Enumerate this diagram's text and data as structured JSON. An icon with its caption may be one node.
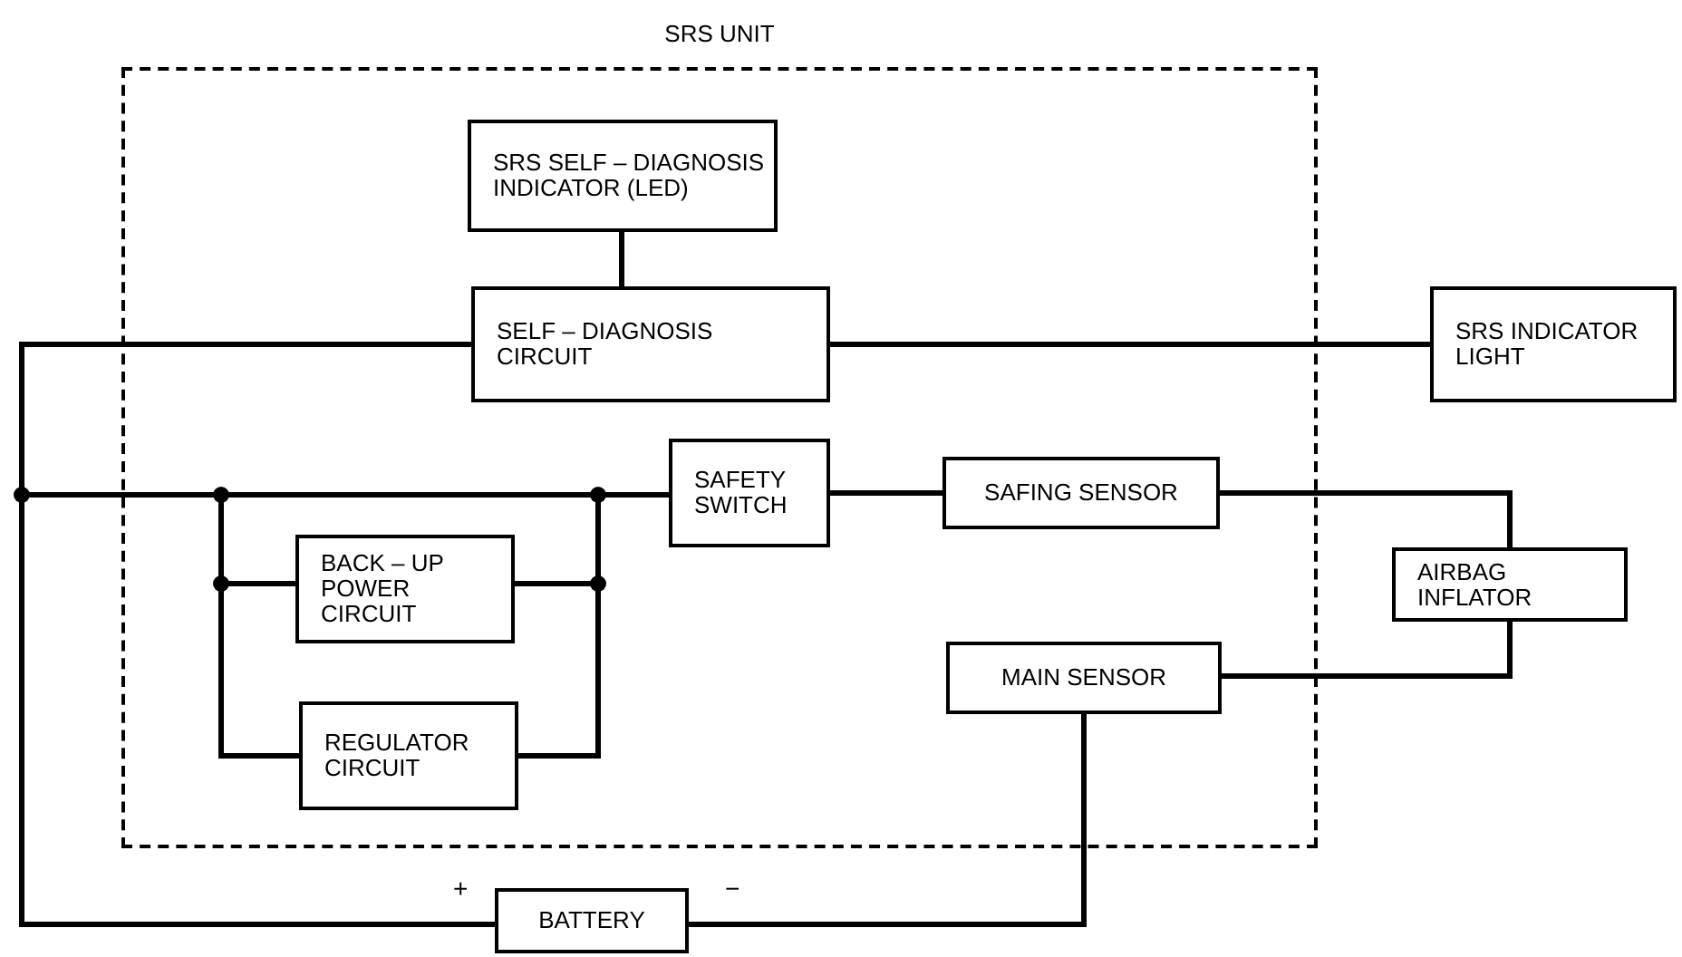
{
  "diagram": {
    "nodes": [
      {
        "text": [
          "SRS UNIT"
        ]
      },
      {
        "text": [
          "SRS SELF – DIAGNOSIS INDICATOR (LED)"
        ],
        "in": 0
      },
      {
        "text": [
          "SELF – DIAGNOSIS CIRCUIT"
        ],
        "in": 0
      },
      {
        "text": [
          "SRS INDICATOR LIGHT"
        ]
      },
      {
        "text": [
          "SAFETY SWITCH"
        ],
        "in": 0
      },
      {
        "text": [
          "SAFING SENSOR"
        ],
        "in": 0
      },
      {
        "text": [
          "BACK – UP POWER CIRCUIT"
        ],
        "in": 0
      },
      {
        "text": [
          "AIRBAG INFLATOR"
        ]
      },
      {
        "text": [
          "MAIN SENSOR"
        ],
        "in": 0
      },
      {
        "text": [
          "REGULATOR CIRCUIT"
        ],
        "in": 0
      },
      {
        "text": [
          "BATTERY"
        ]
      }
    ],
    "edges": [
      {
        "from": 1,
        "to": 2,
        "arrow": "none"
      },
      {
        "from": 2,
        "to": 3,
        "arrow": "none"
      },
      {
        "from": 10,
        "to": 2,
        "arrow": "none"
      },
      {
        "from": 10,
        "to": 4,
        "arrow": "none"
      },
      {
        "from": 10,
        "to": 6,
        "arrow": "none"
      },
      {
        "from": 10,
        "to": 9,
        "arrow": "none"
      },
      {
        "from": 6,
        "to": 4,
        "arrow": "none"
      },
      {
        "from": 9,
        "to": 4,
        "arrow": "none"
      },
      {
        "from": 4,
        "to": 5,
        "arrow": "none"
      },
      {
        "from": 5,
        "to": 7,
        "arrow": "none"
      },
      {
        "from": 8,
        "to": 7,
        "arrow": "none"
      },
      {
        "from": 8,
        "to": 10,
        "arrow": "none"
      }
    ],
    "labels": [
      "+",
      "−"
    ]
  }
}
